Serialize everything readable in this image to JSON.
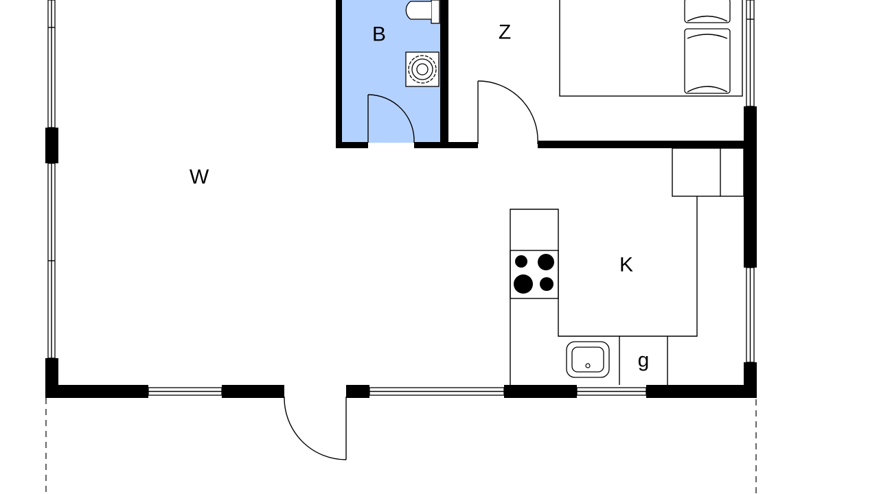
{
  "colors": {
    "wall": "#000000",
    "bathroom_fill": "#b3d1ff",
    "background": "#ffffff",
    "line": "#000000"
  },
  "rooms": {
    "living": {
      "label": "W"
    },
    "bathroom": {
      "label": "B"
    },
    "bedroom": {
      "label": "Z"
    },
    "kitchen": {
      "label": "K"
    },
    "closet": {
      "label": "g"
    }
  }
}
